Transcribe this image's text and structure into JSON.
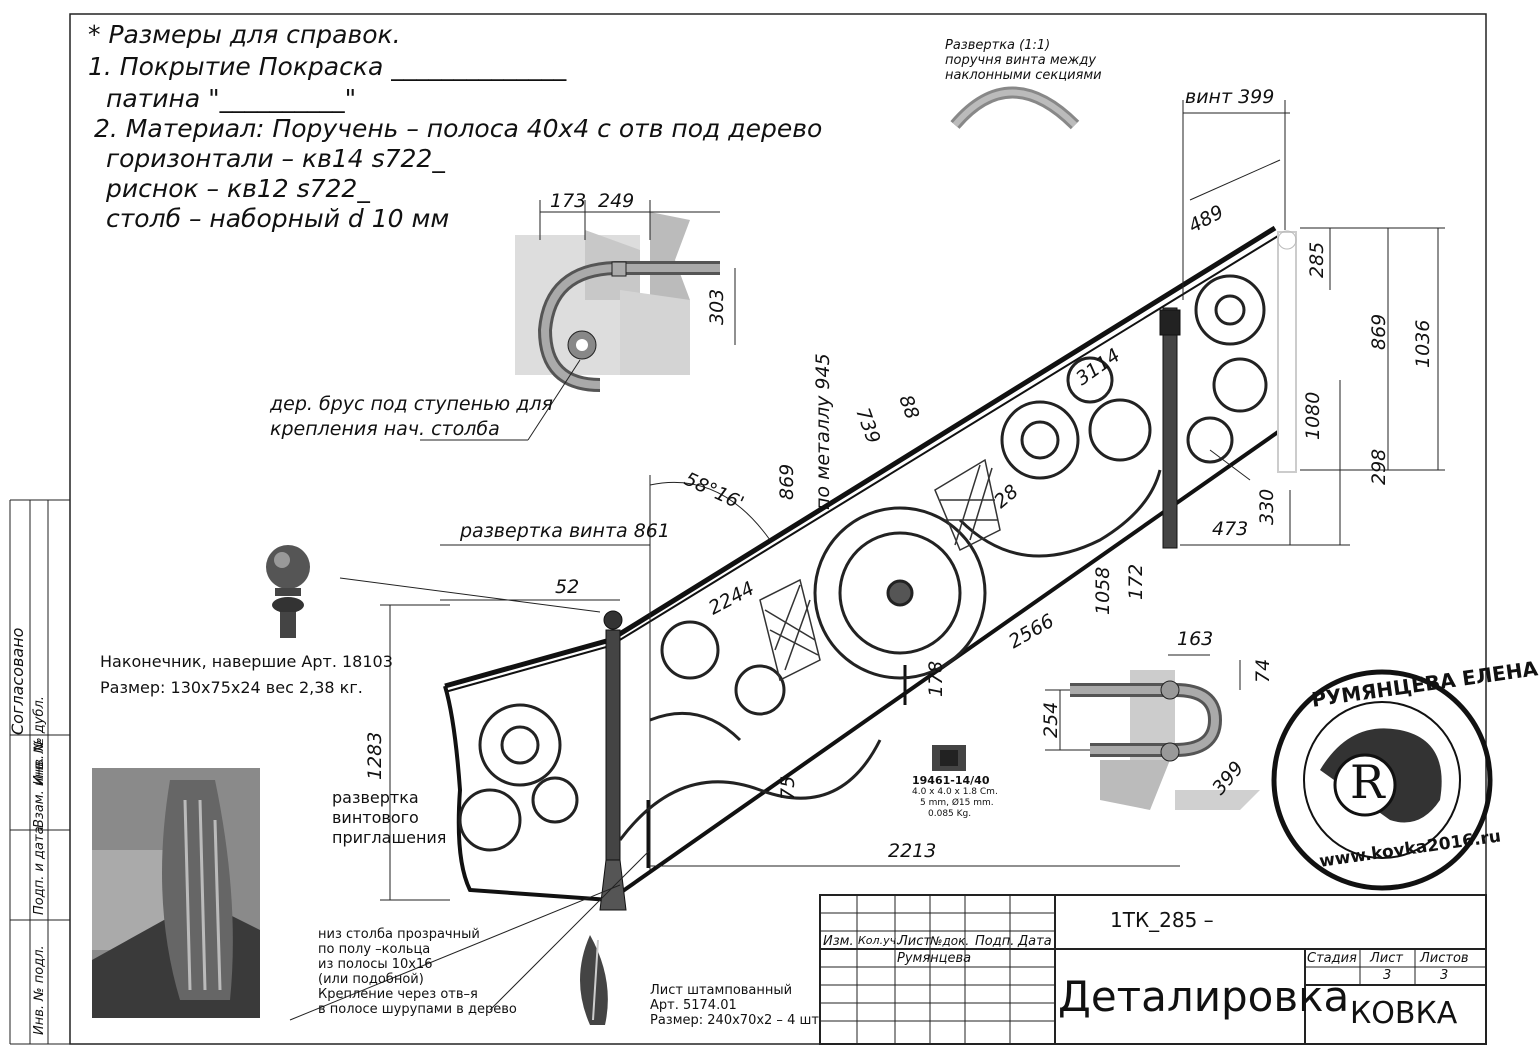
{
  "notes": {
    "line1": "* Размеры для справок.",
    "line2": "1. Покрытие Покраска ______________",
    "line3": "патина \"__________\"",
    "line4": "2. Материал: Поручень –  полоса 40х4 с отв под дерево",
    "line5": "горизонтали – кв14 s722_",
    "line6": "риснок –  кв12 s722_",
    "line7": "столб – наборный d 10 мм"
  },
  "top_detail": {
    "title1": "Развертка (1:1)",
    "title2": "поручня винта между",
    "title3": "наклонными секциями"
  },
  "dims": {
    "d173": "173",
    "d249": "249",
    "d303": "303",
    "vint399": "винт 399",
    "d489": "489",
    "d285": "285",
    "d869r": "869",
    "d1036": "1036",
    "d1080": "1080",
    "d298": "298",
    "d330": "330",
    "d473": "473",
    "d3114": "3114",
    "d88": "88",
    "d739": "739",
    "po_metallu": "по металлу 945",
    "d869": "869",
    "angle": "58°16'",
    "razvertka861": "развертка винта 861",
    "d52": "52",
    "d2244": "2244",
    "d28": "28",
    "d2566": "2566",
    "d1058": "1058",
    "d172": "172",
    "d178": "178",
    "d1283": "1283",
    "d75": "75",
    "d2213": "2213",
    "d163": "163",
    "d74": "74",
    "d254": "254",
    "d399b": "399"
  },
  "labels": {
    "brus1": "дер. брус под ступенью для",
    "brus2": "крепления нач. столба",
    "nakon1": "Наконечник, навершие Арт. 18103",
    "nakon2": "Размер:  130х75х24 вес 2,38 кг.",
    "razv1": "развертка",
    "razv2": "винтового",
    "razv3": "приглашения",
    "niz1": "низ столба прозрачный",
    "niz2": "по полу –кольца",
    "niz3": "из полосы 10х16",
    "niz4": "(или подобной)",
    "niz5": "Крепление через отв–я",
    "niz6": "в полосе шурупами в дерево",
    "list1": "Лист штампованный",
    "list2": "Арт. 5174.01",
    "list3": "Размер: 240х70х2  – 4 шт",
    "part_code": "19461-14/40",
    "part_l1": "4.0 x 4.0 x 1.8 Cm.",
    "part_l2": "5 mm, Ø15 mm.",
    "part_l3": "0.085 Kg.",
    "soglasovano": "Согласовано",
    "side1": "Инв. № подл.",
    "side2": "Подп. и дата",
    "side3": "Взам. инв. №",
    "side4": "Инв. № дубл."
  },
  "stamp": {
    "text_top": "РУМЯНЦЕВА ЕЛЕНА",
    "text_bottom": "www.kovka2016.ru",
    "letter": "R"
  },
  "title_block": {
    "code": "1ТК_285 –",
    "h_izm": "Изм.",
    "h_kol": "Кол.уч.",
    "h_list": "Лист",
    "h_ndok": "№док.",
    "h_podp": "Подп.",
    "h_data": "Дата",
    "author": "Румянцева",
    "title": "Деталировка",
    "h_stadia": "Стадия",
    "h_list2": "Лист",
    "h_listov": "Листов",
    "list_val": "3",
    "listov_val": "3",
    "org": "КОВКА"
  }
}
